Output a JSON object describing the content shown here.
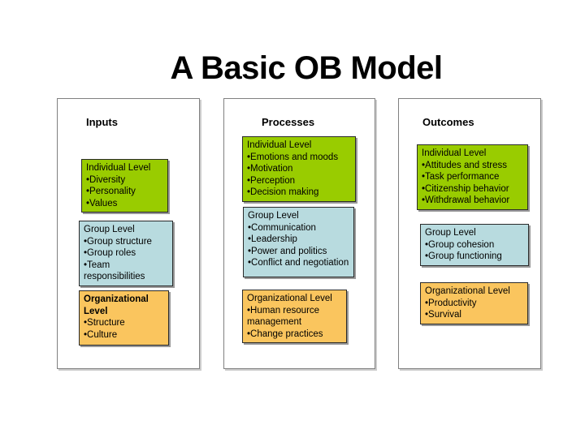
{
  "slide": {
    "title": "A Basic OB Model",
    "colors": {
      "individual_level": "#99CC00",
      "group_level": "#B8DBDF",
      "organizational_level": "#FAC55E"
    },
    "columns": [
      {
        "header": "Inputs",
        "boxes": [
          {
            "level": "Individual Level",
            "items": [
              "Diversity",
              "Personality",
              "Values"
            ]
          },
          {
            "level": "Group Level",
            "items": [
              "Group structure",
              "Group roles",
              "Team responsibilities"
            ]
          },
          {
            "level": "Organizational Level",
            "items": [
              "Structure",
              "Culture"
            ]
          }
        ]
      },
      {
        "header": "Processes",
        "boxes": [
          {
            "level": "Individual Level",
            "items": [
              "Emotions and moods",
              "Motivation",
              "Perception",
              "Decision making"
            ]
          },
          {
            "level": "Group Level",
            "items": [
              "Communication",
              "Leadership",
              "Power and politics",
              "Conflict and negotiation"
            ]
          },
          {
            "level": "Organizational Level",
            "items": [
              "Human resource management",
              "Change practices"
            ]
          }
        ]
      },
      {
        "header": "Outcomes",
        "boxes": [
          {
            "level": "Individual Level",
            "items": [
              "Attitudes and stress",
              "Task performance",
              "Citizenship behavior",
              "Withdrawal behavior"
            ]
          },
          {
            "level": "Group Level",
            "items": [
              "Group cohesion",
              "Group functioning"
            ]
          },
          {
            "level": "Organizational Level",
            "items": [
              "Productivity",
              "Survival"
            ]
          }
        ]
      }
    ]
  }
}
